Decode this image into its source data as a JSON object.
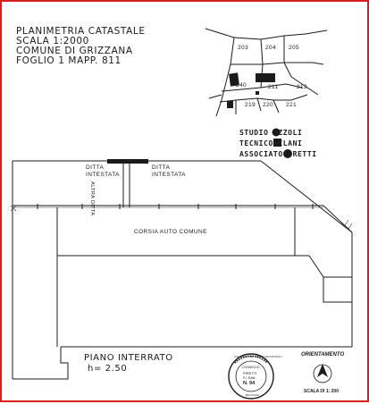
{
  "header": {
    "line1": "PLANIMETRIA CATASTALE",
    "line2": "SCALA 1:2000",
    "line3": "COMUNE DI GRIZZANA",
    "line4": "FOGLIO 1  MAPP. 811"
  },
  "cadastral_map": {
    "parcels": [
      "203",
      "204",
      "205",
      "240",
      "211",
      "212",
      "219",
      "220",
      "221"
    ]
  },
  "studio": {
    "line1": "STUDIO  OZZOLI",
    "line2": "TECNICO  ILANI",
    "line3": "ASSOCIATO  IRETTI"
  },
  "plan": {
    "ditta_left": [
      "DITTA",
      "INTESTATA"
    ],
    "ditta_right": [
      "DITTA",
      "INTESTATA"
    ],
    "altra_ditta": "ALTRA DITTA",
    "corridor": "CORSIA AUTO COMUNE",
    "level_title": "PIANO INTERRATO",
    "height": "h= 2.50"
  },
  "stamp": {
    "top": "COLLEGIO DEI PERITI INDUSTRIALI",
    "line1": "CONSIGLIO",
    "line2": "PIRETTI",
    "line3": "P.I. Edile",
    "number": "N. 94",
    "bottom": "BOLOGNA"
  },
  "orientation": {
    "title": "ORIENTAMENTO",
    "scale": "SCALA DI 1: 200"
  },
  "colors": {
    "frame": "#d81e1e",
    "ink": "#1b1b1b"
  }
}
